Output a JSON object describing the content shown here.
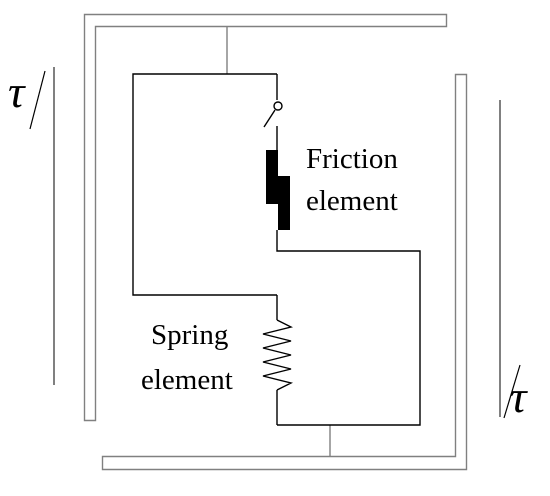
{
  "diagram": {
    "labels": {
      "friction_line1": "Friction",
      "friction_line2": "element",
      "spring_line1": "Spring",
      "spring_line2": "element",
      "tau_left": "τ",
      "tau_right": "τ"
    },
    "colors": {
      "line": "#000000",
      "plate": "#808080",
      "background": "#ffffff"
    }
  }
}
